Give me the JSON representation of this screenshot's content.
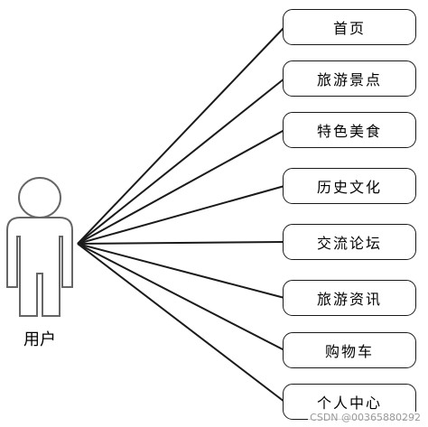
{
  "actor": {
    "label": "用户",
    "icon": "stick-figure-actor-icon"
  },
  "use_cases": [
    {
      "label": "首页"
    },
    {
      "label": "旅游景点"
    },
    {
      "label": "特色美食"
    },
    {
      "label": "历史文化"
    },
    {
      "label": "交流论坛"
    },
    {
      "label": "旅游资讯"
    },
    {
      "label": "购物车"
    },
    {
      "label": "个人中心"
    }
  ],
  "colors": {
    "stroke": "#1a1a1a",
    "background": "#ffffff",
    "watermark": "#9a9a9a"
  },
  "watermark": "CSDN @00365880292"
}
